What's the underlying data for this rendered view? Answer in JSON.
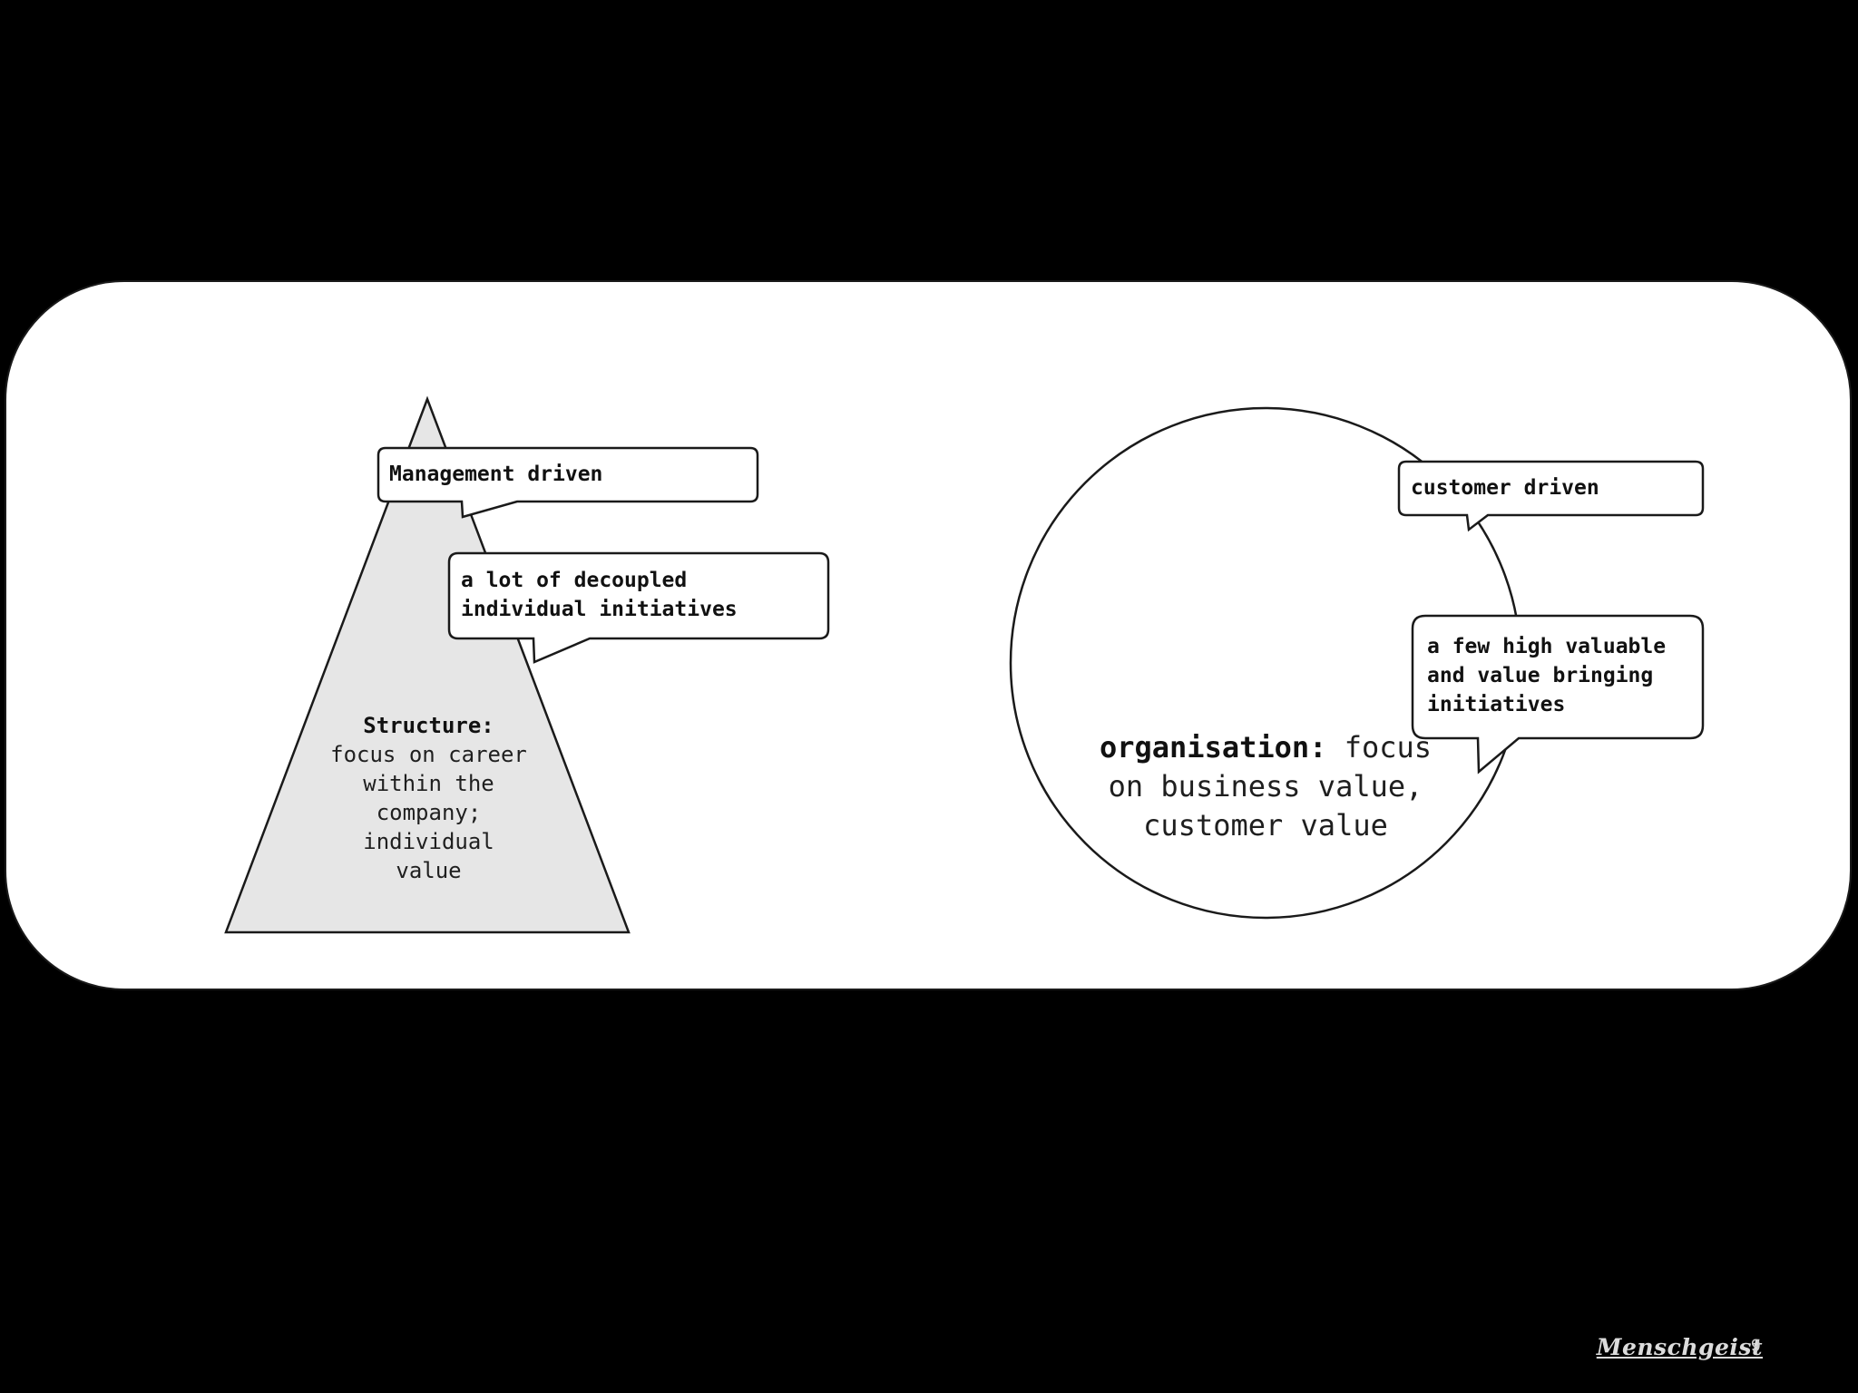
{
  "diagram": {
    "pyramid": {
      "heading": "Structure:",
      "lines": [
        "focus on career",
        "within the",
        "company;",
        "individual",
        "value"
      ],
      "fill": "#e6e6e6"
    },
    "circle": {
      "heading": "organisation:",
      "line1_rest": " focus",
      "line2": "on business value,",
      "line3": "customer value"
    },
    "bubbles": {
      "management": "Management driven",
      "decoupled_1": "a lot of decoupled",
      "decoupled_2": "individual initiatives",
      "customer": "customer driven",
      "few_1": "a few high valuable",
      "few_2": "and value bringing",
      "few_3": "initiatives"
    }
  },
  "footer": {
    "brand": "Menschgeist",
    "page_number": "9"
  }
}
